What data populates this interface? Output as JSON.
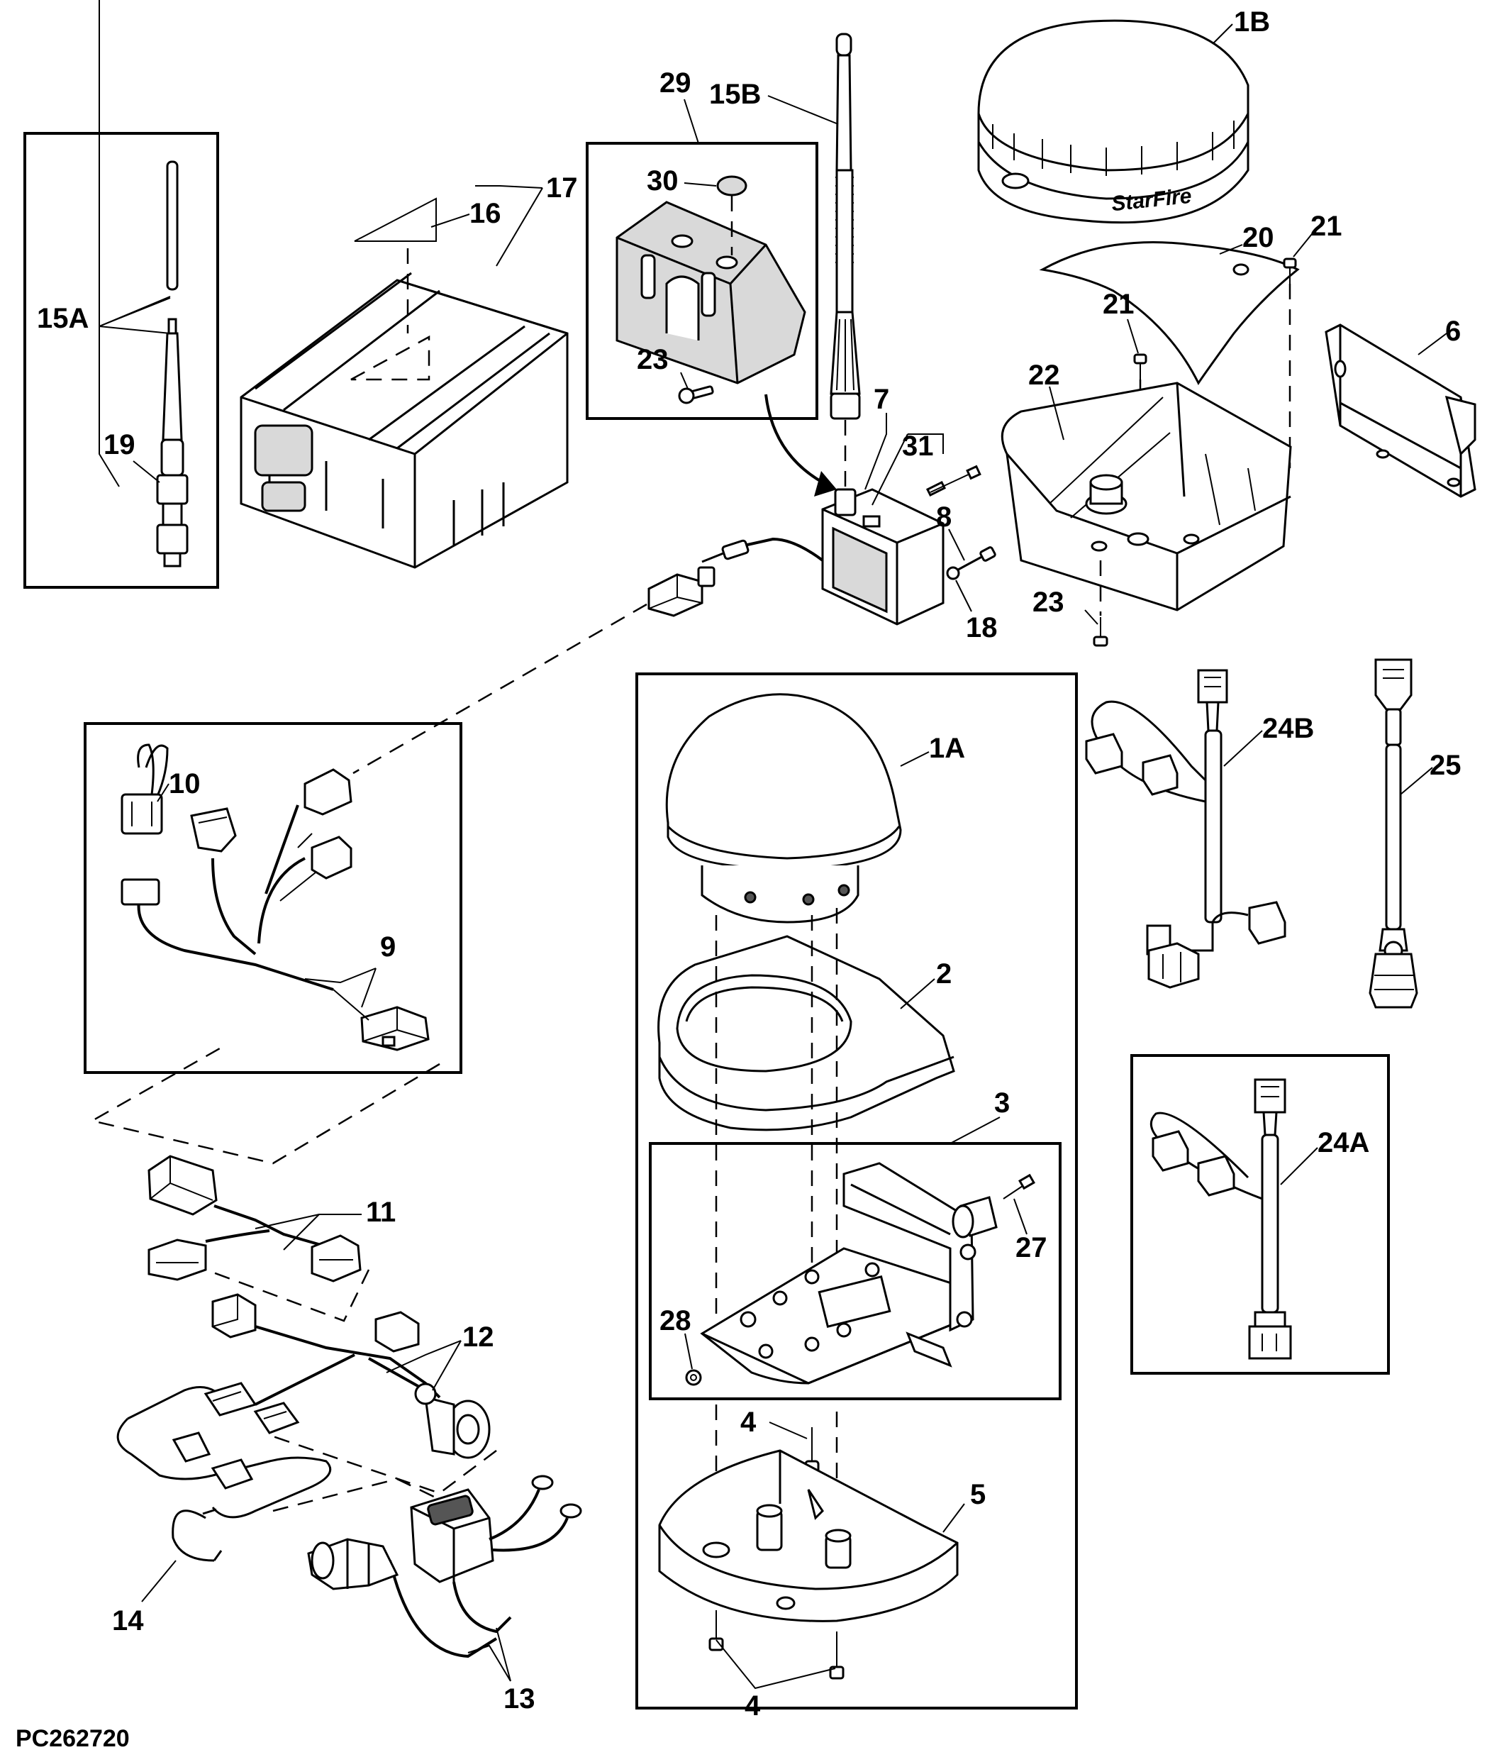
{
  "figure_code": "PC262720",
  "brand_mark": "StarFire",
  "callouts": {
    "c1A": "1A",
    "c1B": "1B",
    "c2": "2",
    "c3": "3",
    "c4a": "4",
    "c4b": "4",
    "c5": "5",
    "c6": "6",
    "c7": "7",
    "c8": "8",
    "c9": "9",
    "c10": "10",
    "c11": "11",
    "c12": "12",
    "c13": "13",
    "c14": "14",
    "c15A": "15A",
    "c15B": "15B",
    "c16": "16",
    "c17": "17",
    "c18": "18",
    "c19": "19",
    "c20": "20",
    "c21a": "21",
    "c21b": "21",
    "c22": "22",
    "c23a": "23",
    "c23b": "23",
    "c24A": "24A",
    "c24B": "24B",
    "c25": "25",
    "c27": "27",
    "c28": "28",
    "c29": "29",
    "c30": "30",
    "c31": "31"
  }
}
